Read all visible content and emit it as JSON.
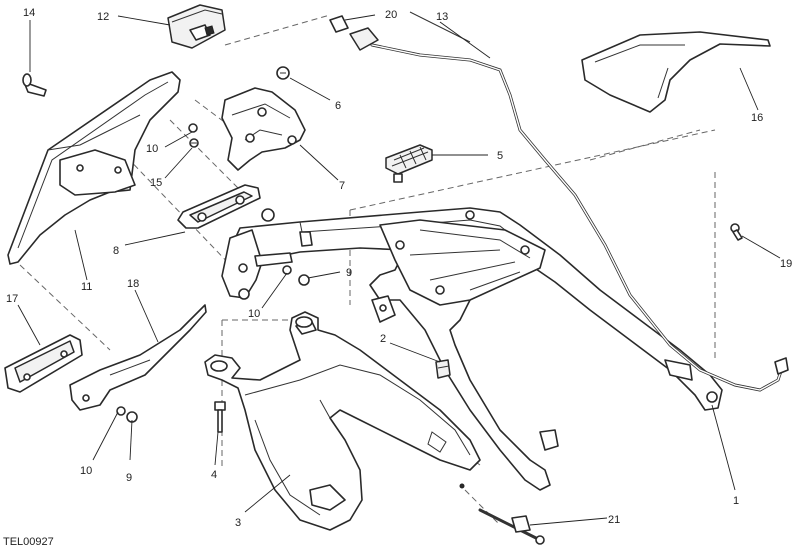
{
  "drawing_code": "TEL00927",
  "callouts": [
    {
      "id": "c1",
      "label": "1"
    },
    {
      "id": "c2",
      "label": "2"
    },
    {
      "id": "c3",
      "label": "3"
    },
    {
      "id": "c4",
      "label": "4"
    },
    {
      "id": "c5",
      "label": "5"
    },
    {
      "id": "c6",
      "label": "6"
    },
    {
      "id": "c7",
      "label": "7"
    },
    {
      "id": "c8",
      "label": "8"
    },
    {
      "id": "c9a",
      "label": "9"
    },
    {
      "id": "c9b",
      "label": "9"
    },
    {
      "id": "c10a",
      "label": "10"
    },
    {
      "id": "c10b",
      "label": "10"
    },
    {
      "id": "c10c",
      "label": "10"
    },
    {
      "id": "c11",
      "label": "11"
    },
    {
      "id": "c12",
      "label": "12"
    },
    {
      "id": "c13",
      "label": "13"
    },
    {
      "id": "c14",
      "label": "14"
    },
    {
      "id": "c15",
      "label": "15"
    },
    {
      "id": "c16",
      "label": "16"
    },
    {
      "id": "c17",
      "label": "17"
    },
    {
      "id": "c18",
      "label": "18"
    },
    {
      "id": "c19",
      "label": "19"
    },
    {
      "id": "c20",
      "label": "20"
    },
    {
      "id": "c21",
      "label": "21"
    }
  ]
}
